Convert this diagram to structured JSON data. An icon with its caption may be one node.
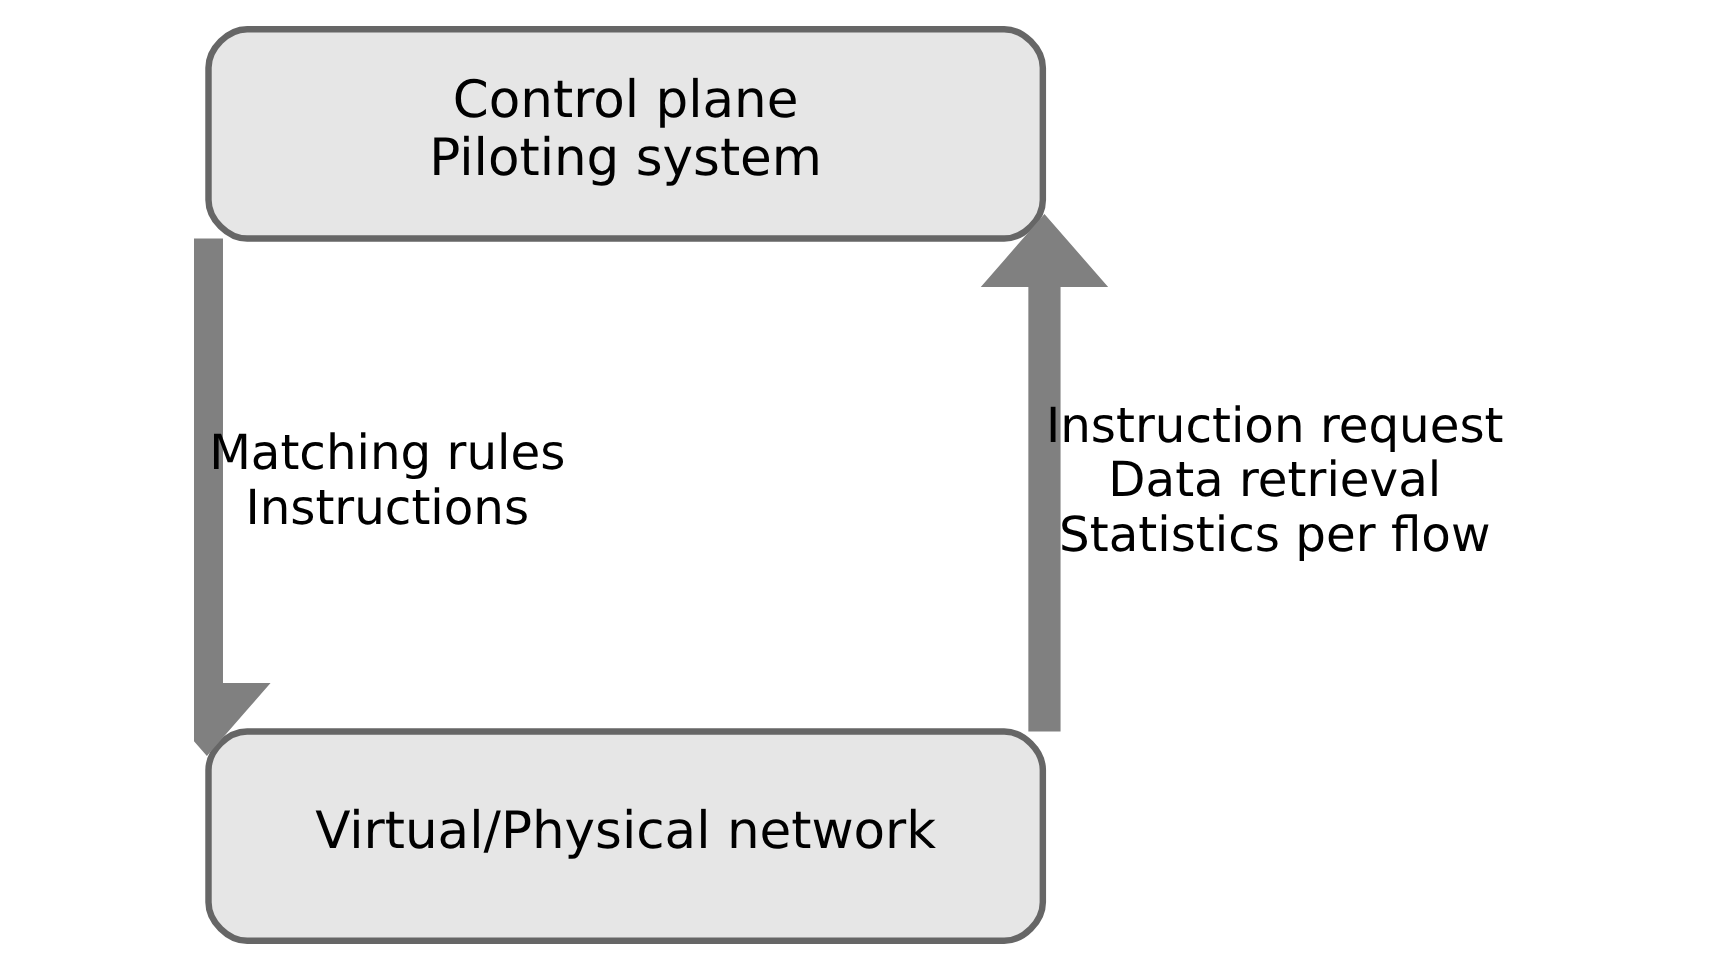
{
  "diagram": {
    "nodes": [
      {
        "text": [
          "Control plane",
          "Piloting system"
        ]
      },
      {
        "text": [
          "Virtual/Physical network"
        ]
      }
    ],
    "edges": [
      {
        "from": 0,
        "to": 1,
        "arrow": "to",
        "label": "Matching rules Instructions"
      },
      {
        "from": 1,
        "to": 0,
        "arrow": "to",
        "label": "Instruction request Data retrieval Statistics per flow"
      }
    ]
  }
}
